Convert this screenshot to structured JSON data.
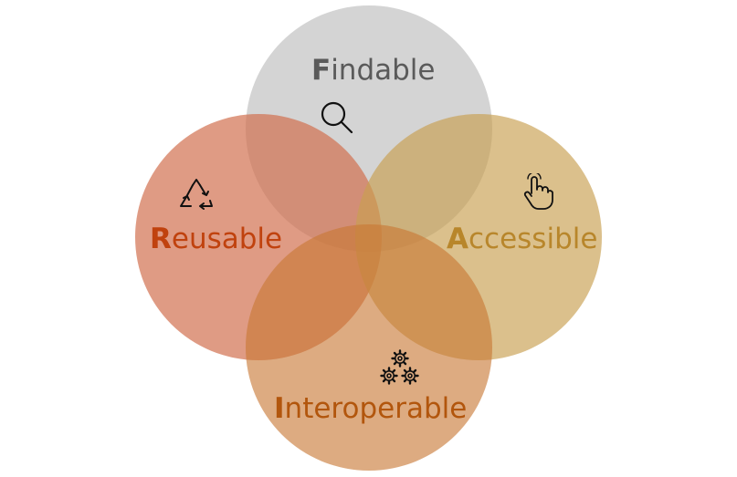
{
  "diagram": {
    "sets": [
      {
        "id": "findable",
        "initial": "F",
        "rest": "indable",
        "color": "#c8c8c8",
        "label_color": "#5a5a5a",
        "icon": "search-icon"
      },
      {
        "id": "reusable",
        "initial": "R",
        "rest": "eusable",
        "color": "#d27050",
        "label_color": "#c0420e",
        "icon": "recycle-icon"
      },
      {
        "id": "accessible",
        "initial": "A",
        "rest": "ccessible",
        "color": "#c8a050",
        "label_color": "#b8862b",
        "icon": "hand-pointer-icon"
      },
      {
        "id": "interoperable",
        "initial": "I",
        "rest": "nteroperable",
        "color": "#c87834",
        "label_color": "#b2560d",
        "icon": "gears-icon"
      }
    ]
  }
}
